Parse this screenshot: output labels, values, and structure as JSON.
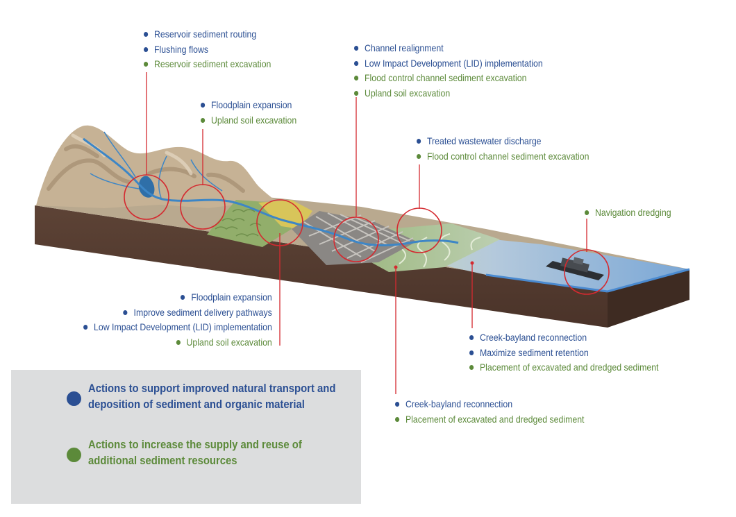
{
  "callouts": {
    "reservoir": [
      {
        "text": "Reservoir sediment routing",
        "category": "blue"
      },
      {
        "text": "Flushing flows",
        "category": "blue"
      },
      {
        "text": "Reservoir sediment excavation",
        "category": "green"
      }
    ],
    "channel": [
      {
        "text": "Channel realignment",
        "category": "blue"
      },
      {
        "text": "Low Impact Development (LID) implementation",
        "category": "blue"
      },
      {
        "text": "Flood control channel sediment excavation",
        "category": "green"
      },
      {
        "text": "Upland soil excavation",
        "category": "green"
      }
    ],
    "floodplain_upper": [
      {
        "text": "Floodplain expansion",
        "category": "blue"
      },
      {
        "text": "Upland soil excavation",
        "category": "green"
      }
    ],
    "wastewater": [
      {
        "text": "Treated wastewater discharge",
        "category": "blue"
      },
      {
        "text": "Flood control channel sediment excavation",
        "category": "green"
      }
    ],
    "navigation": [
      {
        "text": "Navigation dredging",
        "category": "green"
      }
    ],
    "floodplain_lower": [
      {
        "text": "Floodplain expansion",
        "category": "blue"
      },
      {
        "text": "Improve sediment delivery pathways",
        "category": "blue"
      },
      {
        "text": "Low Impact Development (LID) implementation",
        "category": "blue"
      },
      {
        "text": "Upland soil excavation",
        "category": "green"
      }
    ],
    "bayland_right": [
      {
        "text": "Creek-bayland reconnection",
        "category": "blue"
      },
      {
        "text": "Maximize sediment retention",
        "category": "blue"
      },
      {
        "text": "Placement of excavated and dredged sediment",
        "category": "green"
      }
    ],
    "bayland_center": [
      {
        "text": "Creek-bayland reconnection",
        "category": "blue"
      },
      {
        "text": "Placement of excavated and dredged sediment",
        "category": "green"
      }
    ]
  },
  "legend": {
    "blue": {
      "line1": "Actions to support improved natural transport and",
      "line2": "deposition of sediment and organic material"
    },
    "green": {
      "line1": "Actions to increase the supply and reuse of",
      "line2": "additional sediment resources"
    }
  },
  "colors": {
    "blue": "#2b4f93",
    "green": "#5c8a3a",
    "marker_red": "#d42a30",
    "earth_side": "#5a4033",
    "terrain": "#bfae96",
    "vegetation": "#8fae69",
    "urban": "#8a8784",
    "marsh": "#a9bf8c",
    "bay_water": "#a9c4de",
    "legend_bg": "#dcddde"
  }
}
